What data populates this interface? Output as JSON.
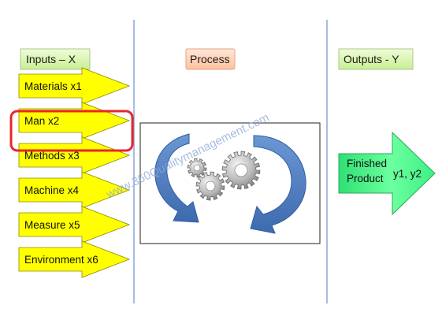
{
  "headers": {
    "inputs": "Inputs – X",
    "process": "Process",
    "outputs": "Outputs - Y"
  },
  "inputs": [
    {
      "label": "Materials x1"
    },
    {
      "label": "Man  x2",
      "highlighted": true
    },
    {
      "label": "Methods  x3"
    },
    {
      "label": "Machine x4"
    },
    {
      "label": "Measure x5"
    },
    {
      "label": "Environment x6"
    }
  ],
  "output": {
    "line1": "Finished",
    "line2": "Product",
    "vars": "y1, y2"
  },
  "watermark": "www.360Qualitymanagement.com",
  "colors": {
    "input_arrow_fill": "#ffff00",
    "output_arrow_fill": "#5dff9a",
    "header_inputs_fill": "#d6f5a8",
    "header_process_fill": "#ffcfb2",
    "header_outputs_fill": "#d6f5a8",
    "highlight_stroke": "#e8262b",
    "divider": "#6f8fcf",
    "cycle_arrow": "#4f7fc0"
  }
}
